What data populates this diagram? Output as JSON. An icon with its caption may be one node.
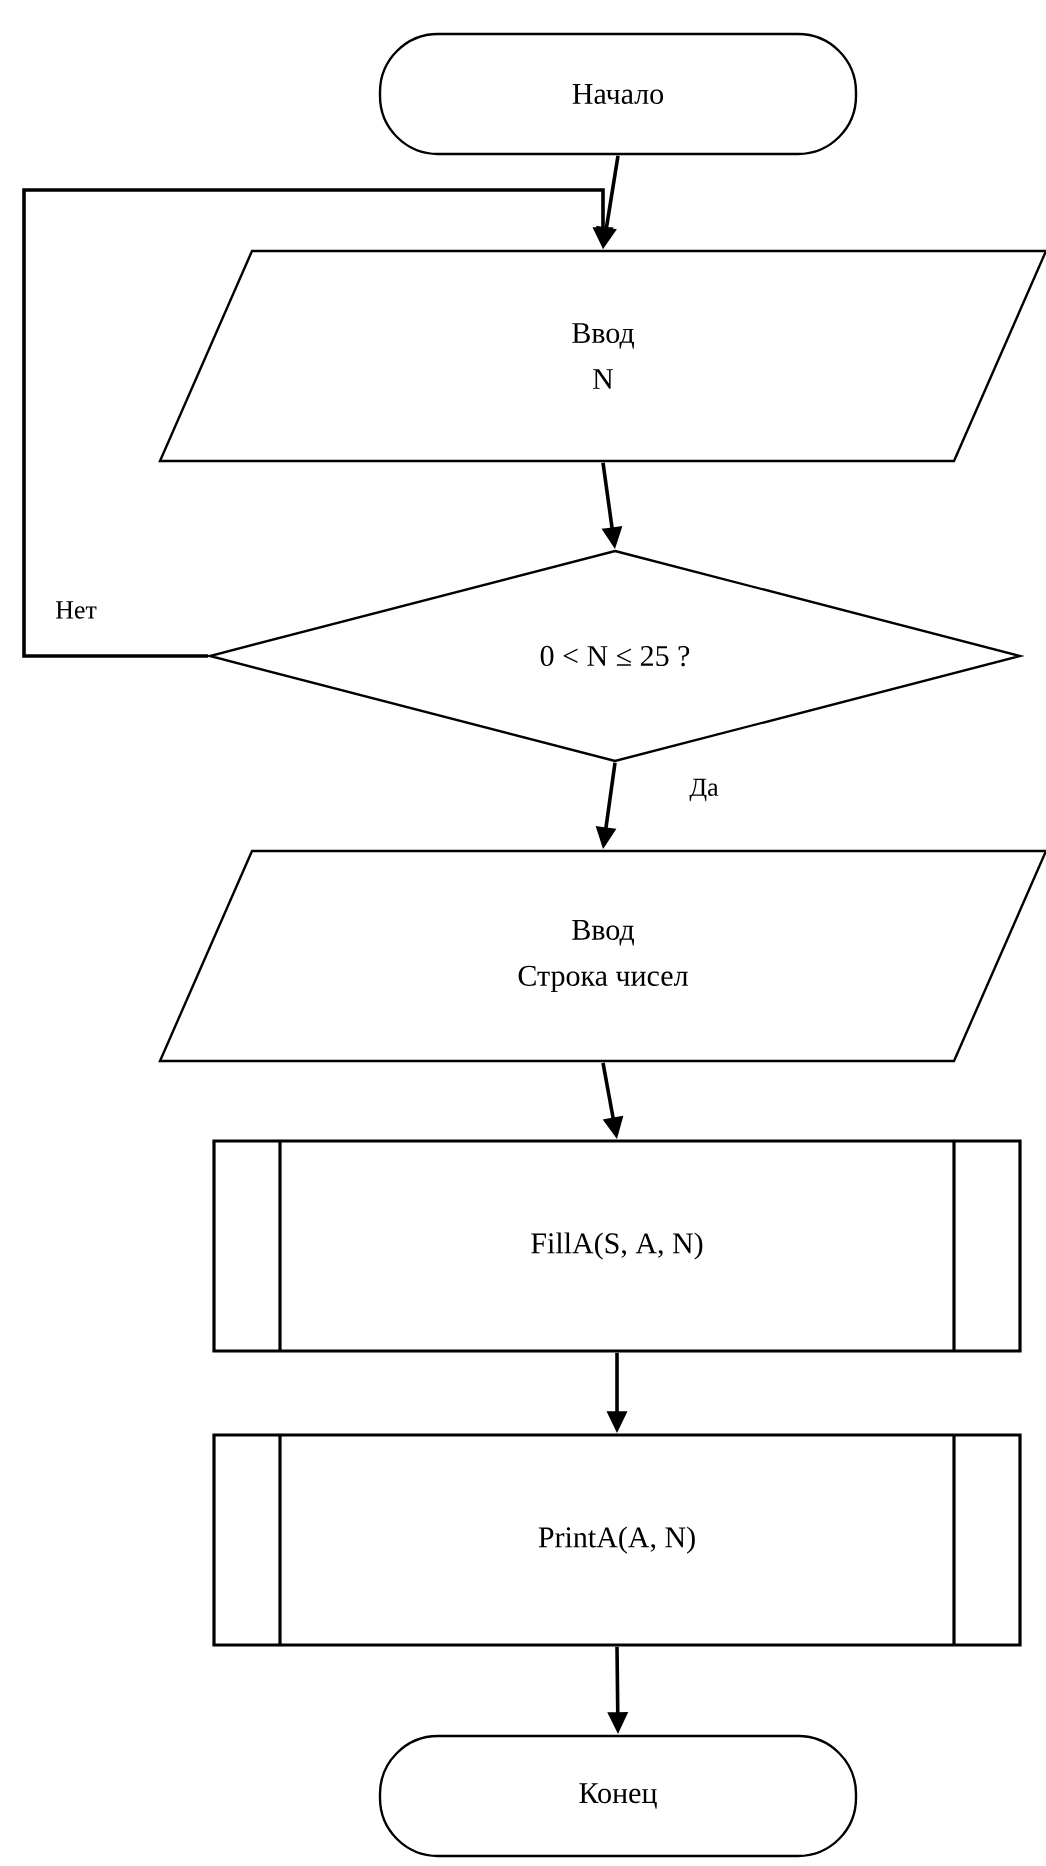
{
  "diagram": {
    "nodes": [
      {
        "text": [
          "Начало"
        ]
      },
      {
        "text": [
          "Ввод",
          "N"
        ]
      },
      {
        "text": [
          "0 < N ≤ 25 ?"
        ]
      },
      {
        "text": [
          "Ввод",
          "Строка чисел"
        ]
      },
      {
        "text": [
          "FillA(S, A, N)"
        ]
      },
      {
        "text": [
          "PrintA(A, N)"
        ]
      },
      {
        "text": [
          "Конец"
        ]
      }
    ],
    "edges": [
      {
        "from": 0,
        "to": 1,
        "arrow": "to"
      },
      {
        "from": 1,
        "to": 2,
        "arrow": "to"
      },
      {
        "from": 2,
        "to": 1,
        "arrow": "to",
        "label": "Нет"
      },
      {
        "from": 2,
        "to": 3,
        "arrow": "to",
        "label": "Да"
      },
      {
        "from": 3,
        "to": 4,
        "arrow": "to"
      },
      {
        "from": 4,
        "to": 5,
        "arrow": "to"
      },
      {
        "from": 5,
        "to": 6,
        "arrow": "to"
      }
    ]
  }
}
